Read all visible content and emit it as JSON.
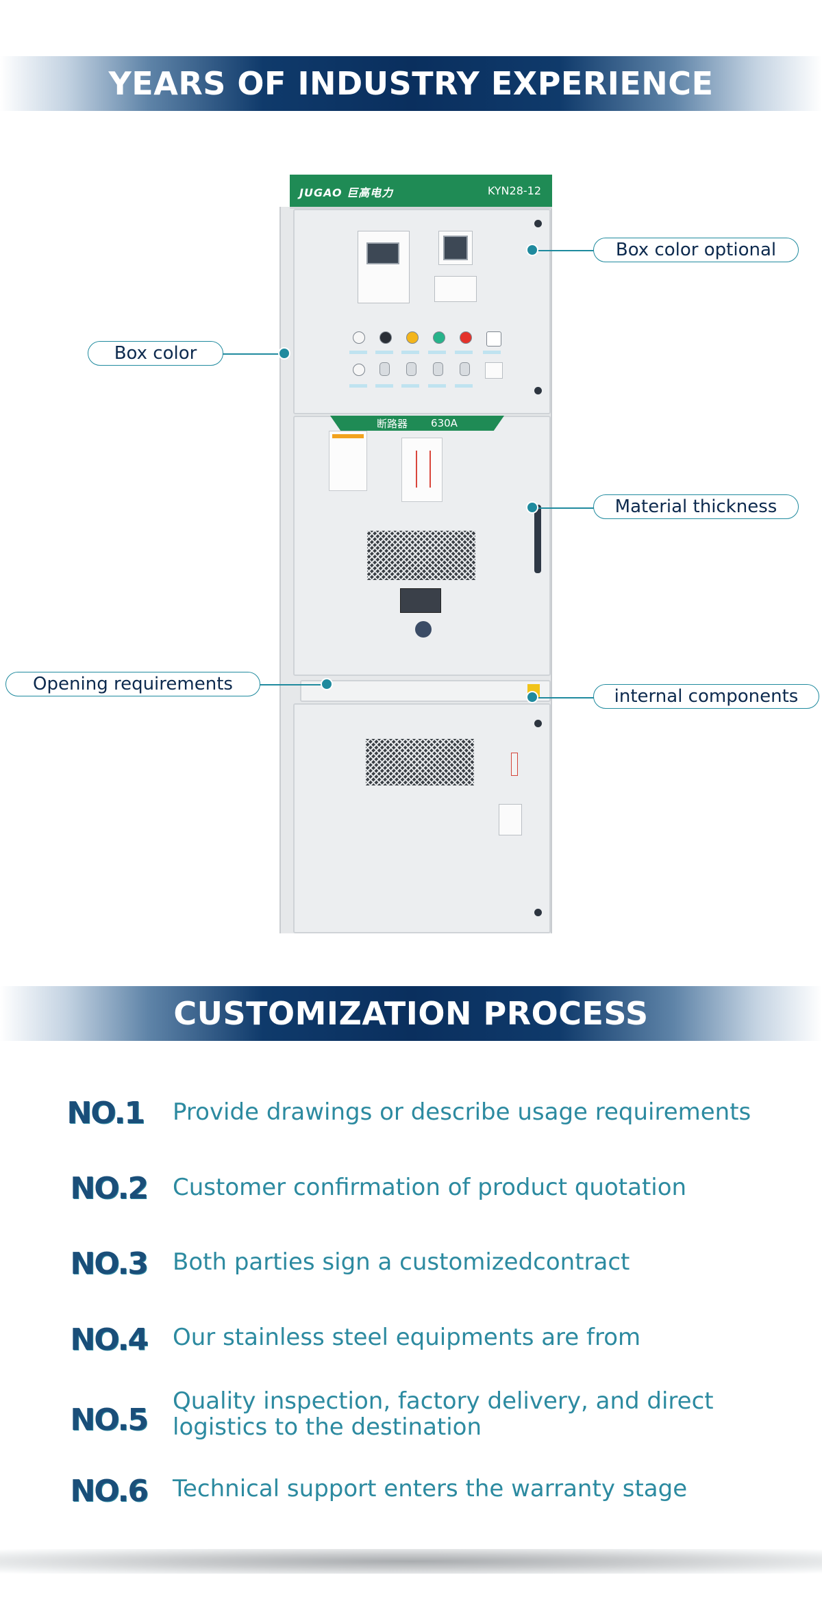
{
  "banners": {
    "top": "YEARS OF INDUSTRY EXPERIENCE",
    "process": "CUSTOMIZATION PROCESS"
  },
  "cabinet": {
    "brand": "JUGAO 巨高电力",
    "model": "KYN28-12",
    "nameplate_left": "断路器",
    "nameplate_right": "630A"
  },
  "callouts": {
    "box_color_optional": "Box color optional",
    "box_color": "Box color",
    "material_thickness": "Material thickness",
    "opening_requirements": "Opening requirements",
    "internal_components": "internal components"
  },
  "steps": [
    {
      "no": "NO.1",
      "text": "Provide drawings or describe usage requirements"
    },
    {
      "no": "NO.2",
      "text": "Customer confirmation of product quotation"
    },
    {
      "no": "NO.3",
      "text": "Both parties sign a customizedcontract"
    },
    {
      "no": "NO.4",
      "text": "Our stainless steel equipments are from"
    },
    {
      "no": "NO.5",
      "text": "Quality inspection, factory delivery, and direct logistics to the destination"
    },
    {
      "no": "NO.6",
      "text": "Technical support enters the warranty stage"
    }
  ],
  "colors": {
    "banner_dark": "#0a2f5e",
    "accent_teal": "#1f8a9e",
    "cabinet_green": "#1f8b55",
    "step_text": "#2c8aa0",
    "step_number": "#1a4e79"
  }
}
